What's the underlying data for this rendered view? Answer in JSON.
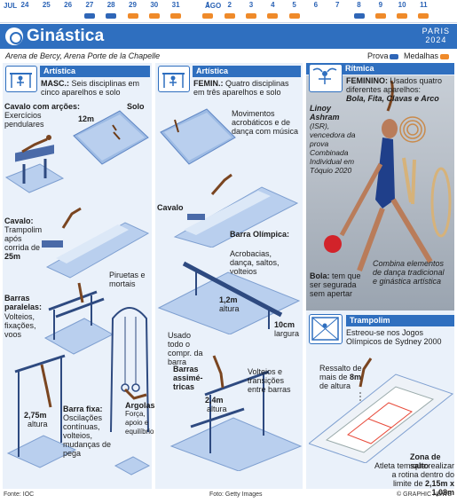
{
  "calendar": {
    "month1": "JUL",
    "month2": "AGO",
    "days": [
      {
        "d": "24",
        "m": "none"
      },
      {
        "d": "25",
        "m": "none"
      },
      {
        "d": "26",
        "m": "none"
      },
      {
        "d": "27",
        "m": "blue"
      },
      {
        "d": "28",
        "m": "blue"
      },
      {
        "d": "29",
        "m": "orange"
      },
      {
        "d": "30",
        "m": "orange"
      },
      {
        "d": "31",
        "m": "orange"
      },
      {
        "d": "1",
        "m": "orange"
      },
      {
        "d": "2",
        "m": "orange"
      },
      {
        "d": "3",
        "m": "orange"
      },
      {
        "d": "4",
        "m": "orange"
      },
      {
        "d": "5",
        "m": "orange"
      },
      {
        "d": "6",
        "m": "none"
      },
      {
        "d": "7",
        "m": "none"
      },
      {
        "d": "8",
        "m": "blue"
      },
      {
        "d": "9",
        "m": "orange"
      },
      {
        "d": "10",
        "m": "orange"
      },
      {
        "d": "11",
        "m": "orange"
      }
    ]
  },
  "header": {
    "title": "Ginástica",
    "brand_line1": "PARIS",
    "brand_line2": "2024"
  },
  "venue": "Arena de Bercy, Arena Porte de la Chapelle",
  "legend": {
    "prova": "Prova",
    "medalhas": "Medalhas"
  },
  "colors": {
    "accent": "#2f6fbf",
    "orange": "#ef8a2a",
    "panel": "#eaf1fa"
  },
  "col1": {
    "band": "Artística",
    "intro_bold": "MASC.:",
    "intro": "Seis disciplinas em cinco aparelhos e solo",
    "cavalo_arcoes_title": "Cavalo com arções:",
    "cavalo_arcoes_text": "Exercícios pendulares",
    "floor_size": "12m",
    "solo": "Solo",
    "cavalo_title": "Cavalo:",
    "cavalo_text": "Trampolim após corrida de",
    "cavalo_dist": "25m",
    "piruetas": "Piruetas e mortais",
    "paralelas_title": "Barras paralelas:",
    "paralelas_text": "Volteios, fixações, voos",
    "fixa_height": "2,75m",
    "fixa_height_lbl": "altura",
    "fixa_title": "Barra fixa:",
    "fixa_text": "Oscilações contínuas, volteios, mudanças de pega",
    "argolas_title": "Argolas:",
    "argolas_text": "Força, apoio e equilíbrio"
  },
  "col2": {
    "band": "Artística",
    "intro_bold": "FEMIN.:",
    "intro": "Quatro disciplinas em três aparelhos e solo",
    "solo_text": "Movimentos acrobáticos e de dança com música",
    "cavalo": "Cavalo",
    "barra_title": "Barra Olímpica:",
    "barra_text": "Acrobacias, dança, saltos, volteios",
    "barra_height": "1,2m",
    "barra_height_lbl": "altura",
    "barra_width": "10cm",
    "barra_width_lbl": "largura",
    "usado": "Usado todo o compr. da barra",
    "assim_title": "Barras assimé-tricas",
    "assim_height": "2,4m",
    "assim_height_lbl": "altura",
    "volteios": "Volteios e transições entre barras"
  },
  "col3": {
    "band": "Rítmica",
    "intro_bold": "FEMININO:",
    "intro": "Usados quatro diferentes aparelhos:",
    "apparatus": "Bola, Fita, Clavas e Arco",
    "athlete_name": "Linoy Ashram",
    "athlete_caption": "(ISR), vencedora da prova Combinada Individual em Tóquio 2020",
    "bola_title": "Bola:",
    "bola_text": "tem que ser segurada sem apertar",
    "combina": "Combina elementos de dança tradicional e ginástica artística",
    "tramp_band": "Trampolim",
    "tramp_intro": "Estreou-se nos Jogos Olímpicos de Sydney 2000",
    "ressalto": "Ressalto de mais de",
    "ressalto_h": "8m",
    "ressalto_after": "de altura",
    "zona_title": "Zona de salto",
    "zona_text": "Atleta tem que realizar a rotina dentro do limite de",
    "zona_size": "2,15m x 1,08m"
  },
  "footer": {
    "fonte": "Fonte: IOC",
    "foto": "Foto: Getty Images",
    "credit": "© GRAPHIC NEWS"
  }
}
